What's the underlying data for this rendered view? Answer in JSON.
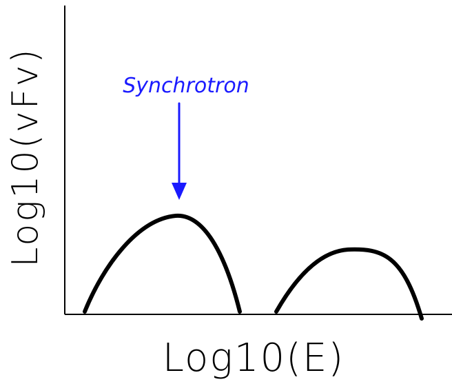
{
  "diagram": {
    "x_axis_label": "Log10(E)",
    "y_axis_label": "Log10(vFv)",
    "annotation": {
      "text": "Synchrotron",
      "color": "#1a1aff"
    },
    "curve_color": "#000000",
    "axis_color": "#000000",
    "components": [
      "synchrotron-hump",
      "second-hump"
    ]
  }
}
